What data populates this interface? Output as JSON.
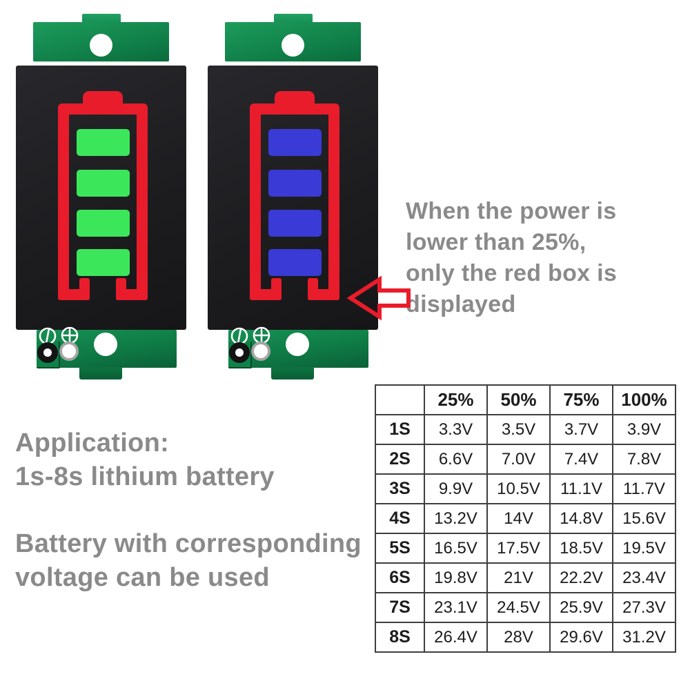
{
  "annotation": {
    "low_power_note": "When the power is\nlower than 25%,\nonly the red box is\ndisplayed"
  },
  "application": {
    "title": "Application:\n1s-8s lithium battery",
    "note": "Battery with corresponding\nvoltage can be used"
  },
  "modules": [
    {
      "name": "green-bar-indicator",
      "segments_lit": 4,
      "bar_color": "green"
    },
    {
      "name": "blue-bar-indicator",
      "segments_lit": 4,
      "bar_color": "blue"
    }
  ],
  "voltage_table": {
    "headers": [
      "",
      "25%",
      "50%",
      "75%",
      "100%"
    ],
    "rows": [
      {
        "label": "1S",
        "values": [
          "3.3V",
          "3.5V",
          "3.7V",
          "3.9V"
        ]
      },
      {
        "label": "2S",
        "values": [
          "6.6V",
          "7.0V",
          "7.4V",
          "7.8V"
        ]
      },
      {
        "label": "3S",
        "values": [
          "9.9V",
          "10.5V",
          "11.1V",
          "11.7V"
        ]
      },
      {
        "label": "4S",
        "values": [
          "13.2V",
          "14V",
          "14.8V",
          "15.6V"
        ]
      },
      {
        "label": "5S",
        "values": [
          "16.5V",
          "17.5V",
          "18.5V",
          "19.5V"
        ]
      },
      {
        "label": "6S",
        "values": [
          "19.8V",
          "21V",
          "22.2V",
          "23.4V"
        ]
      },
      {
        "label": "7S",
        "values": [
          "23.1V",
          "24.5V",
          "25.9V",
          "27.3V"
        ]
      },
      {
        "label": "8S",
        "values": [
          "26.4V",
          "28V",
          "29.6V",
          "31.2V"
        ]
      }
    ]
  },
  "colors": {
    "red_outline": "#e81c2b",
    "green_bars": "#3ce65b",
    "blue_bars": "#3a3ad6",
    "pcb_green": "#11814a",
    "module_black": "#1e1e21",
    "annotation_gray": "#8a8a8a"
  }
}
